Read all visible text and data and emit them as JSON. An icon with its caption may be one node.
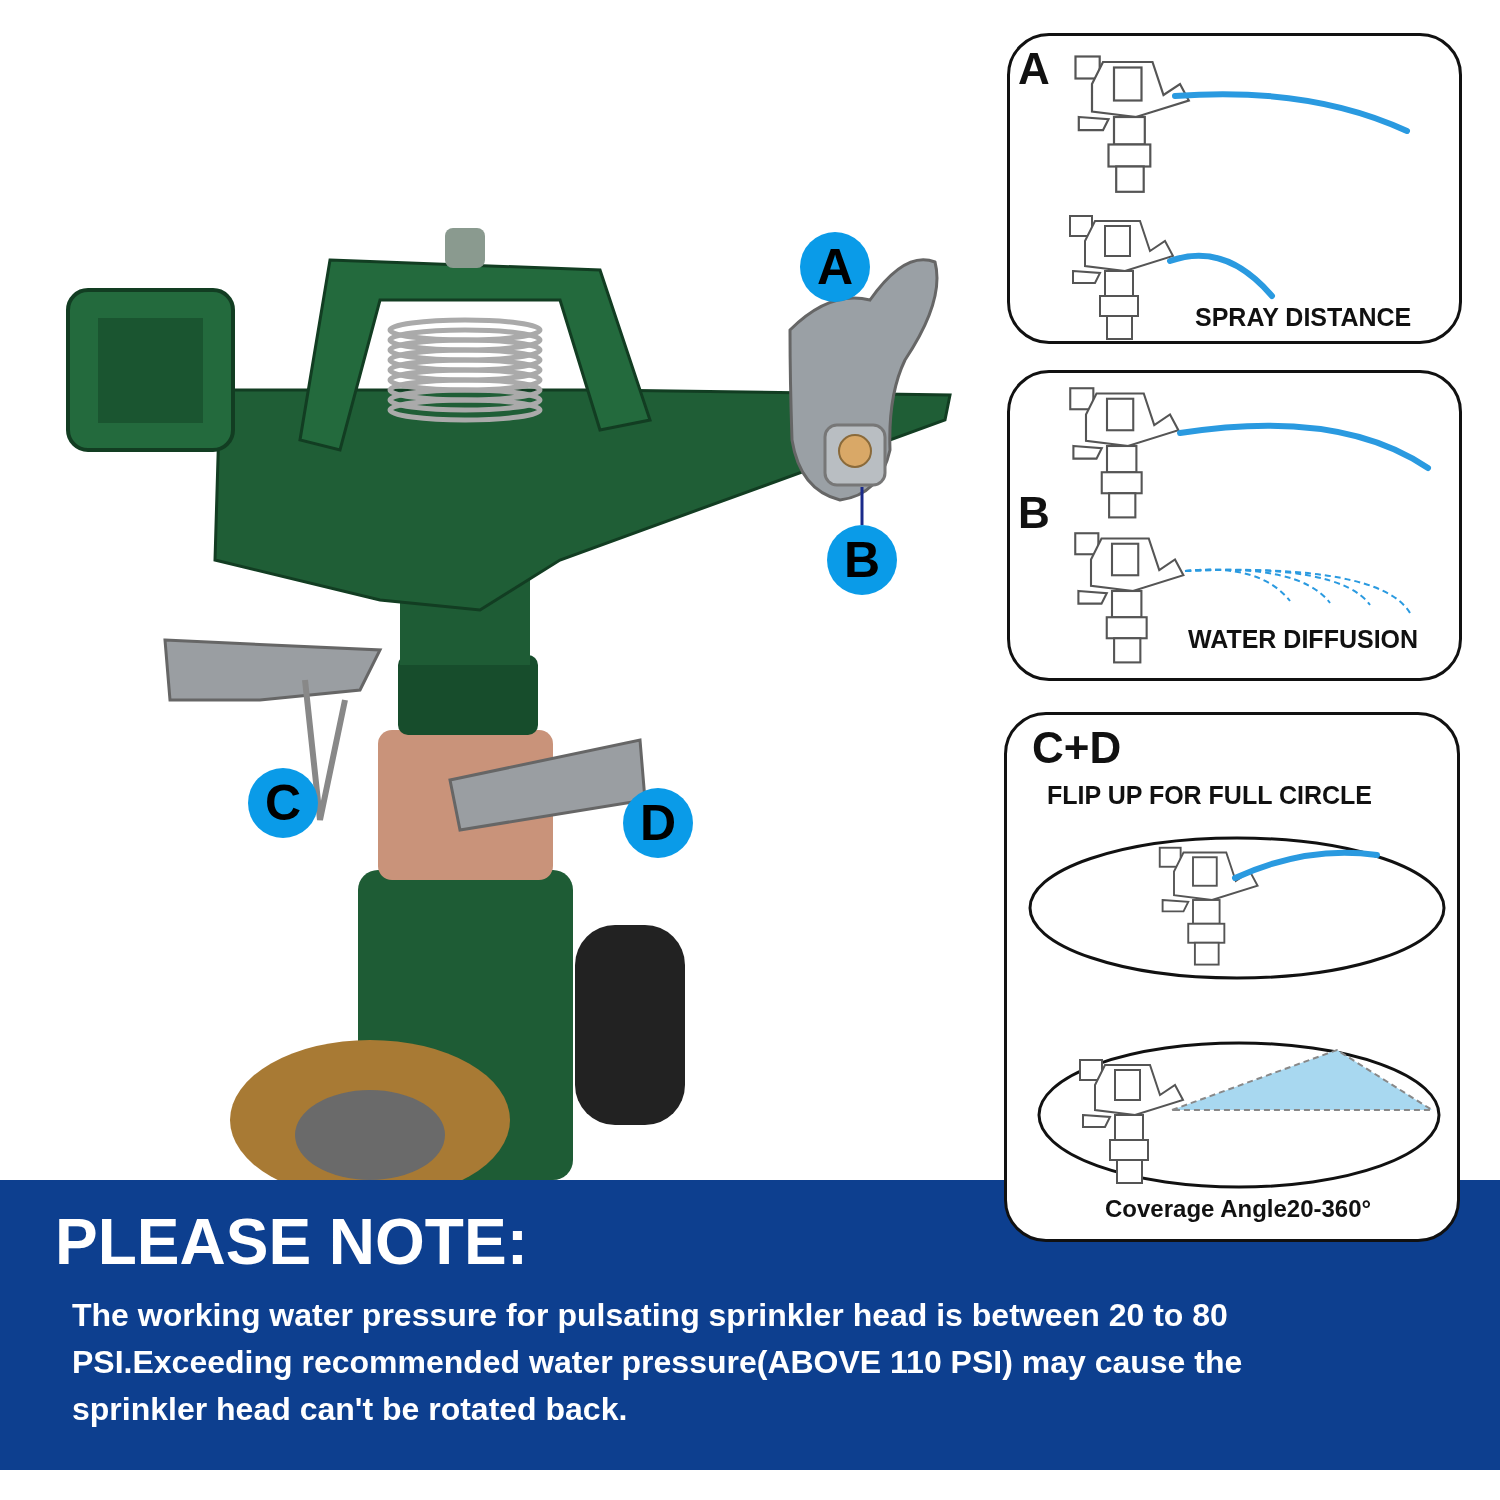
{
  "diagram": {
    "nodes": [
      {
        "text": [
          "A"
        ]
      },
      {
        "text": [
          "B"
        ]
      },
      {
        "text": [
          "C"
        ]
      },
      {
        "text": [
          "D"
        ]
      },
      {
        "text": [
          "A",
          "SPRAY DISTANCE"
        ]
      },
      {
        "text": [
          "B",
          "WATER DIFFUSION"
        ]
      },
      {
        "text": [
          "C+D",
          "FLIP UP FOR FULL CIRCLE",
          "Coverage Angle20-360°"
        ]
      },
      {
        "text": [],
        "shape": "picture"
      }
    ],
    "edges": [
      {
        "from": 1,
        "to": 7,
        "arrow": "none"
      }
    ],
    "labels": [
      "PLEASE NOTE:",
      "The working water pressure for pulsating sprinkler head is between 20 to 80 PSI.Exceeding recommended water pressure(ABOVE 110 PSI) may cause the sprinkler head can't be rotated back."
    ]
  }
}
